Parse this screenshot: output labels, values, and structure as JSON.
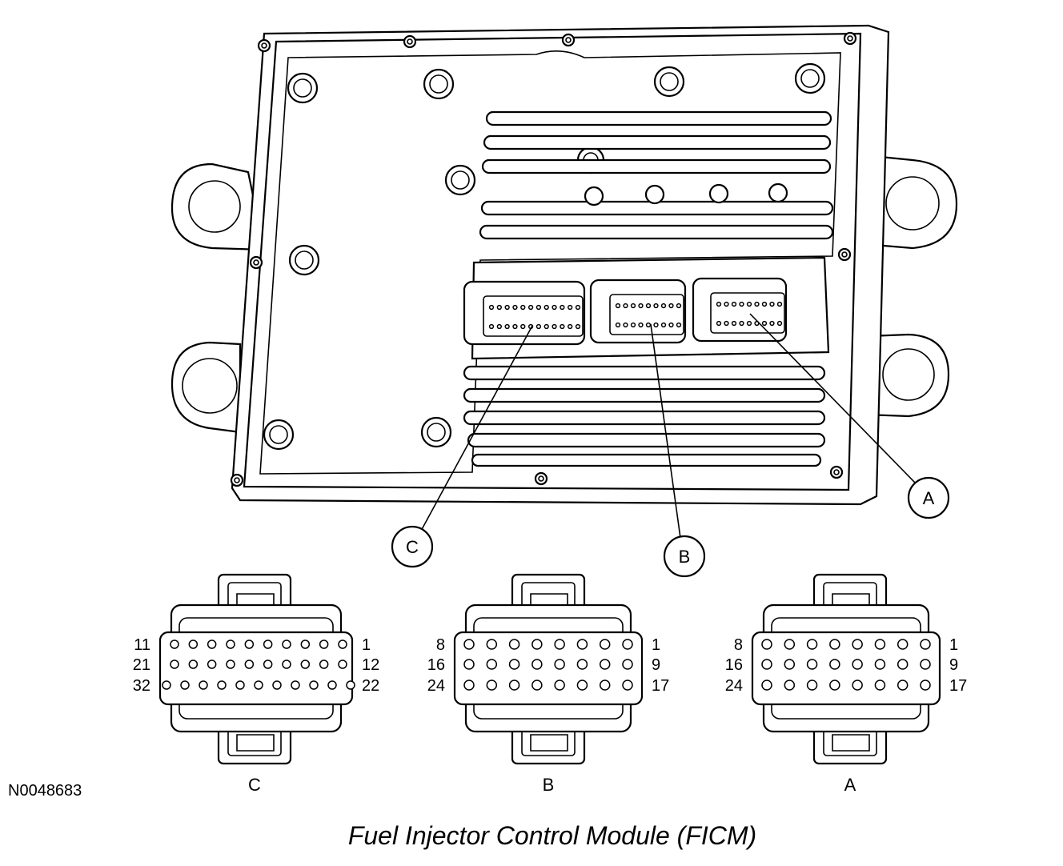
{
  "diagram": {
    "caption": "Fuel Injector Control Module (FICM)",
    "figure_code": "N0048683",
    "callouts": [
      {
        "id": "A",
        "label": "A"
      },
      {
        "id": "B",
        "label": "B"
      },
      {
        "id": "C",
        "label": "C"
      }
    ],
    "connectors": [
      {
        "id": "C",
        "label": "C",
        "rows": [
          {
            "left": "11",
            "right": "1",
            "pins": 10
          },
          {
            "left": "21",
            "right": "12",
            "pins": 10
          },
          {
            "left": "32",
            "right": "22",
            "pins": 11
          }
        ]
      },
      {
        "id": "B",
        "label": "B",
        "rows": [
          {
            "left": "8",
            "right": "1",
            "pins": 8
          },
          {
            "left": "16",
            "right": "9",
            "pins": 8
          },
          {
            "left": "24",
            "right": "17",
            "pins": 8
          }
        ]
      },
      {
        "id": "A",
        "label": "A",
        "rows": [
          {
            "left": "8",
            "right": "1",
            "pins": 8
          },
          {
            "left": "16",
            "right": "9",
            "pins": 8
          },
          {
            "left": "24",
            "right": "17",
            "pins": 8
          }
        ]
      }
    ]
  }
}
